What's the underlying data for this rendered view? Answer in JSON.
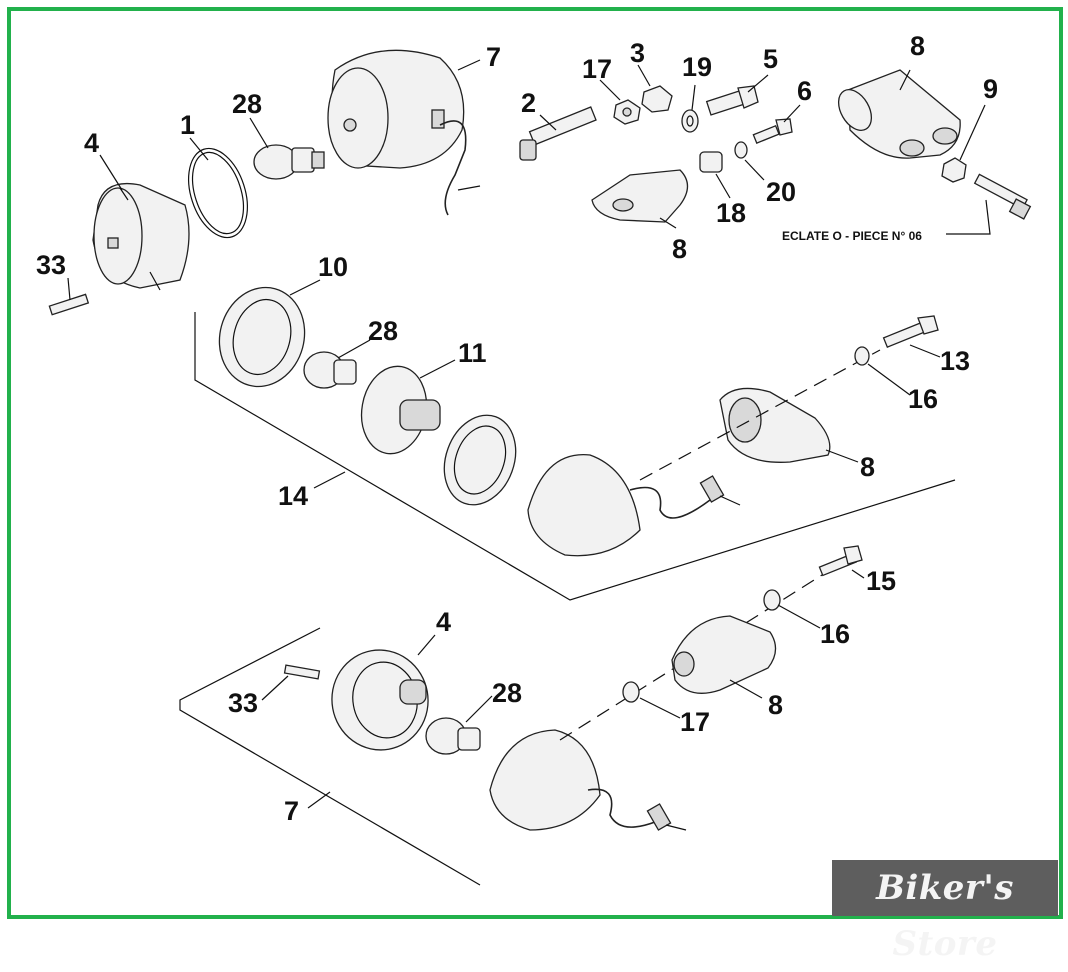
{
  "callouts": {
    "c1": "1",
    "c2": "2",
    "c3": "3",
    "c4a": "4",
    "c4b": "4",
    "c5": "5",
    "c6": "6",
    "c7a": "7",
    "c7b": "7",
    "c8a": "8",
    "c8b": "8",
    "c8c": "8",
    "c8d": "8",
    "c9": "9",
    "c10": "10",
    "c11": "11",
    "c13": "13",
    "c14": "14",
    "c15": "15",
    "c16a": "16",
    "c16b": "16",
    "c17a": "17",
    "c17b": "17",
    "c18": "18",
    "c19": "19",
    "c20": "20",
    "c28a": "28",
    "c28b": "28",
    "c28c": "28",
    "c33a": "33",
    "c33b": "33"
  },
  "reference_note": "ECLATE O - PIECE N° 06",
  "watermark": "Biker's Store",
  "colors": {
    "frame": "#22b14c",
    "watermark_bg": "#5e5e5e"
  }
}
